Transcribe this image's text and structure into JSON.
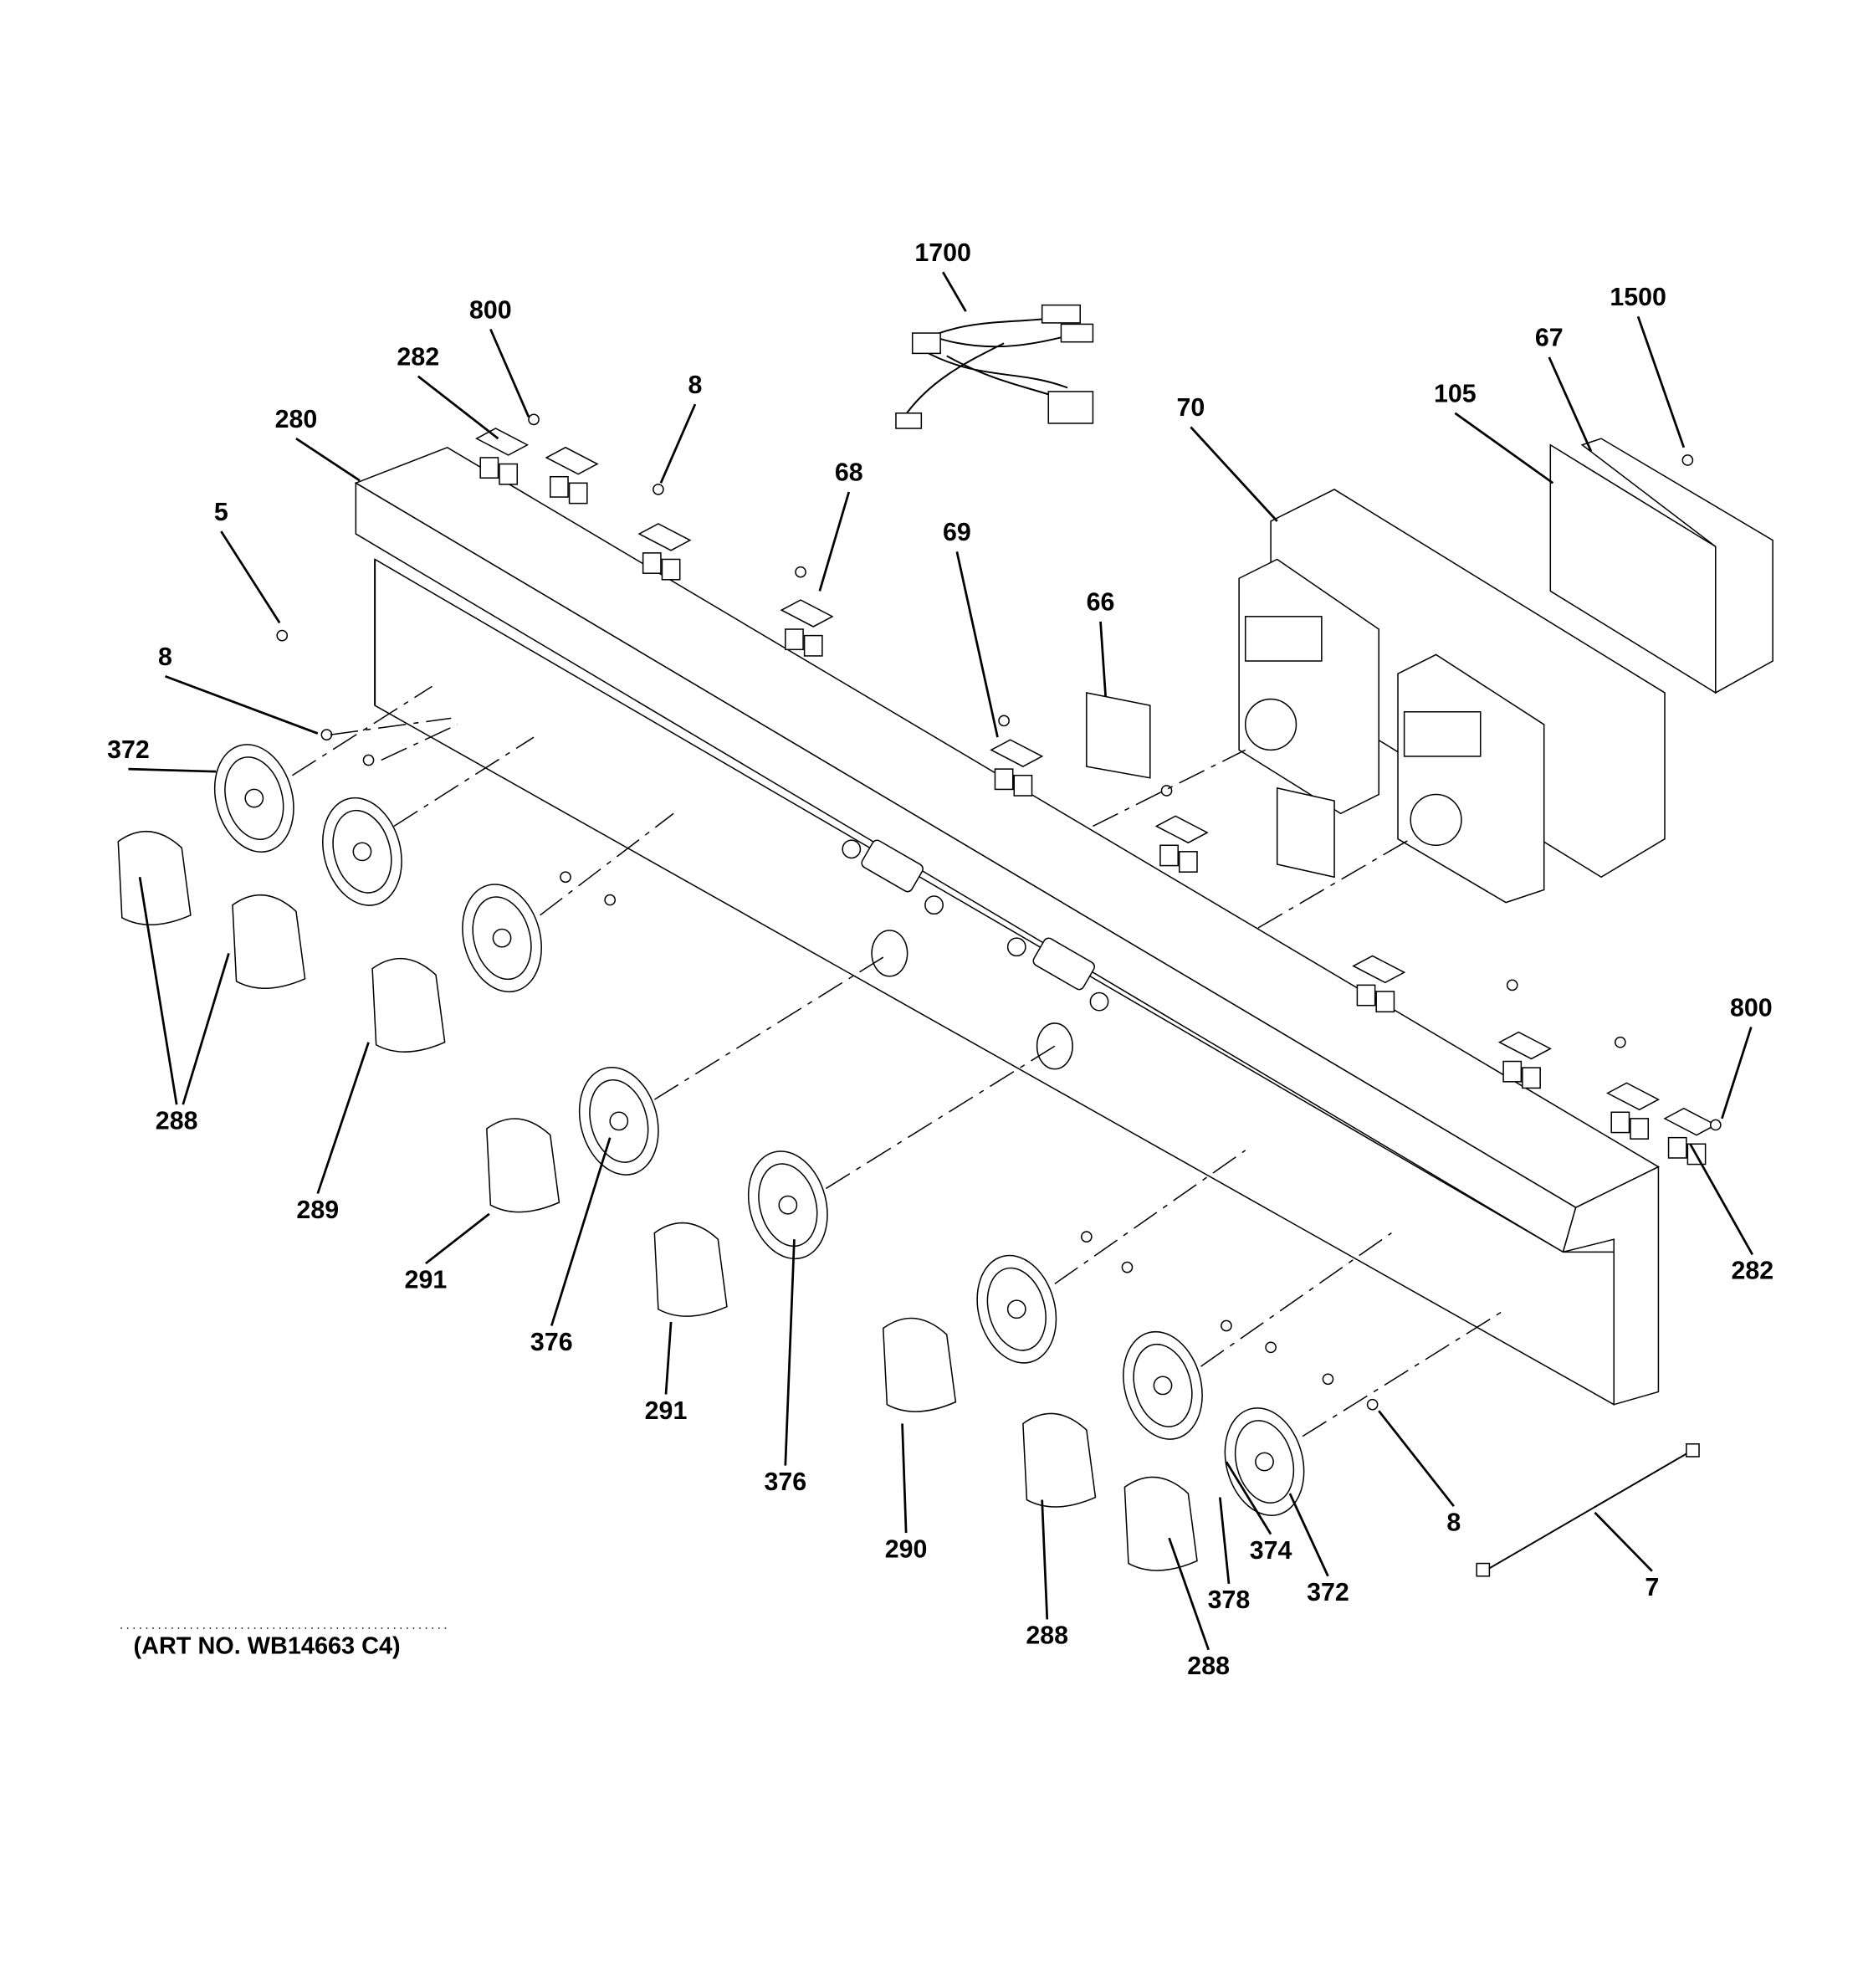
{
  "diagram": {
    "art_number": "(ART NO. WB14663 C4)",
    "callouts": [
      "1700",
      "800",
      "282",
      "280",
      "5",
      "8",
      "68",
      "69",
      "66",
      "70",
      "105",
      "67",
      "1500",
      "8",
      "372",
      "288",
      "289",
      "291",
      "376",
      "291",
      "376",
      "290",
      "288",
      "288",
      "378",
      "374",
      "372",
      "8",
      "7",
      "800",
      "282"
    ]
  }
}
